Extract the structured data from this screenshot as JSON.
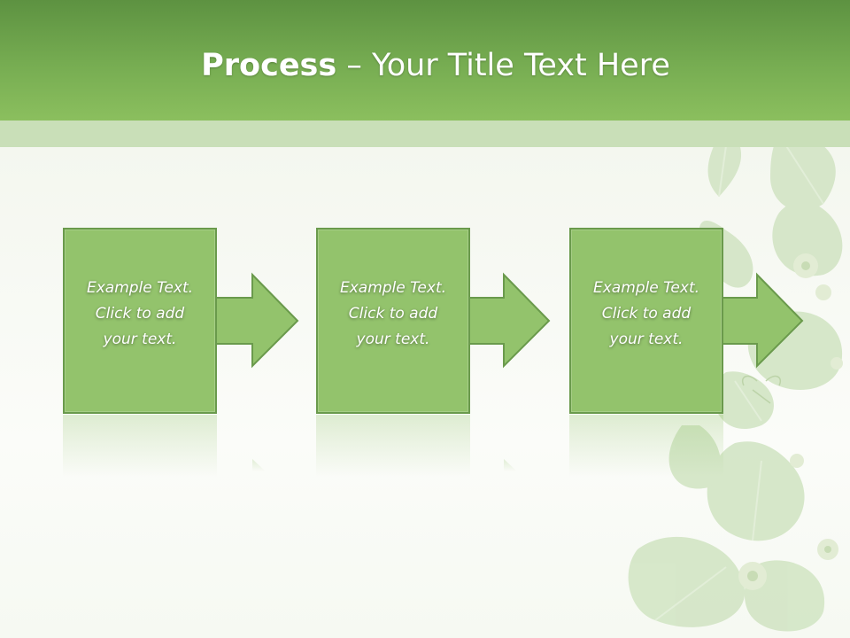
{
  "slide": {
    "title_strong": "Process",
    "title_rest": " – Your Title Text Here"
  },
  "steps": [
    {
      "text": "Example Text.\nClick  to add\nyour text."
    },
    {
      "text": "Example Text.\nClick  to add\nyour text."
    },
    {
      "text": "Example Text.\nClick  to add\nyour text."
    }
  ],
  "colors": {
    "header_green": "#77ad52",
    "box_fill": "#93c36c",
    "box_border": "#6a9a4c",
    "leaf_decor": "#cfe2c1"
  },
  "icons": [
    "arrow-right-icon",
    "leaf-decoration-icon",
    "flower-decoration-icon",
    "dragonfly-decoration-icon"
  ]
}
